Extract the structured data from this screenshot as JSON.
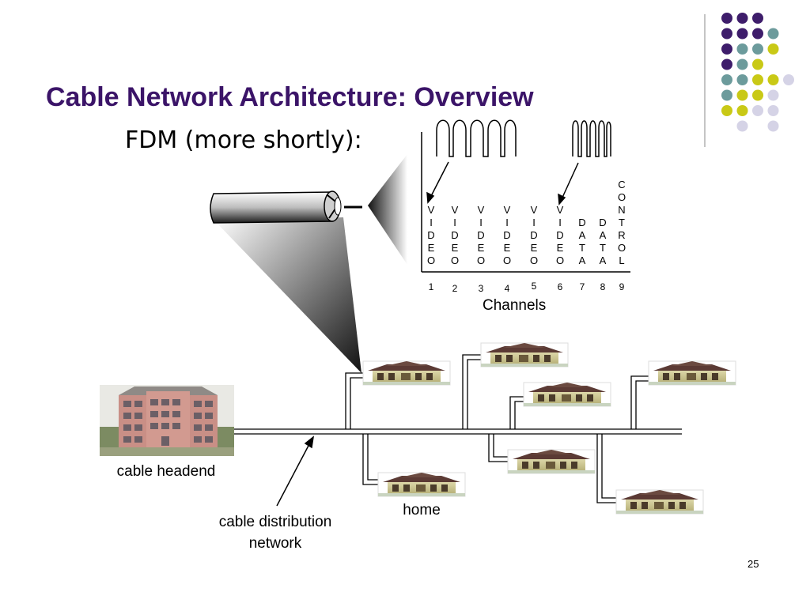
{
  "slide": {
    "title": "Cable Network Architecture: Overview",
    "subtitle": "FDM (more shortly):",
    "page_number": "25"
  },
  "channels": {
    "axis_label": "Channels",
    "items": [
      {
        "number": "1",
        "letters": [
          "V",
          "I",
          "D",
          "E",
          "O"
        ]
      },
      {
        "number": "2",
        "letters": [
          "V",
          "I",
          "D",
          "E",
          "O"
        ]
      },
      {
        "number": "3",
        "letters": [
          "V",
          "I",
          "D",
          "E",
          "O"
        ]
      },
      {
        "number": "4",
        "letters": [
          "V",
          "I",
          "D",
          "E",
          "O"
        ]
      },
      {
        "number": "5",
        "letters": [
          "V",
          "I",
          "D",
          "E",
          "O"
        ]
      },
      {
        "number": "6",
        "letters": [
          "V",
          "I",
          "D",
          "E",
          "O"
        ]
      },
      {
        "number": "7",
        "letters": [
          "D",
          "A",
          "T",
          "A"
        ]
      },
      {
        "number": "8",
        "letters": [
          "D",
          "A",
          "T",
          "A"
        ]
      },
      {
        "number": "9",
        "letters": [
          "C",
          "O",
          "N",
          "T",
          "R",
          "O",
          "L"
        ]
      }
    ]
  },
  "labels": {
    "headend": "cable headend",
    "home": "home",
    "distribution_line1": "cable distribution",
    "distribution_line2": "network"
  },
  "colors": {
    "title": "#3b1468",
    "dot_purple": "#3e1d6b",
    "dot_teal": "#6c9b9c",
    "dot_yellow": "#c9c916",
    "dot_lavender": "#d5d3e6"
  },
  "decoration": {
    "dot_grid": [
      [
        "purple",
        "purple",
        "purple",
        "none"
      ],
      [
        "purple",
        "purple",
        "purple",
        "teal"
      ],
      [
        "purple",
        "teal",
        "teal",
        "yellow"
      ],
      [
        "purple",
        "teal",
        "yellow",
        "none"
      ],
      [
        "teal",
        "teal",
        "yellow",
        "yellow",
        "lavender"
      ],
      [
        "teal",
        "yellow",
        "yellow",
        "lavender"
      ],
      [
        "yellow",
        "yellow",
        "lavender",
        "lavender"
      ],
      [
        "none",
        "lavender",
        "none",
        "lavender"
      ]
    ]
  }
}
